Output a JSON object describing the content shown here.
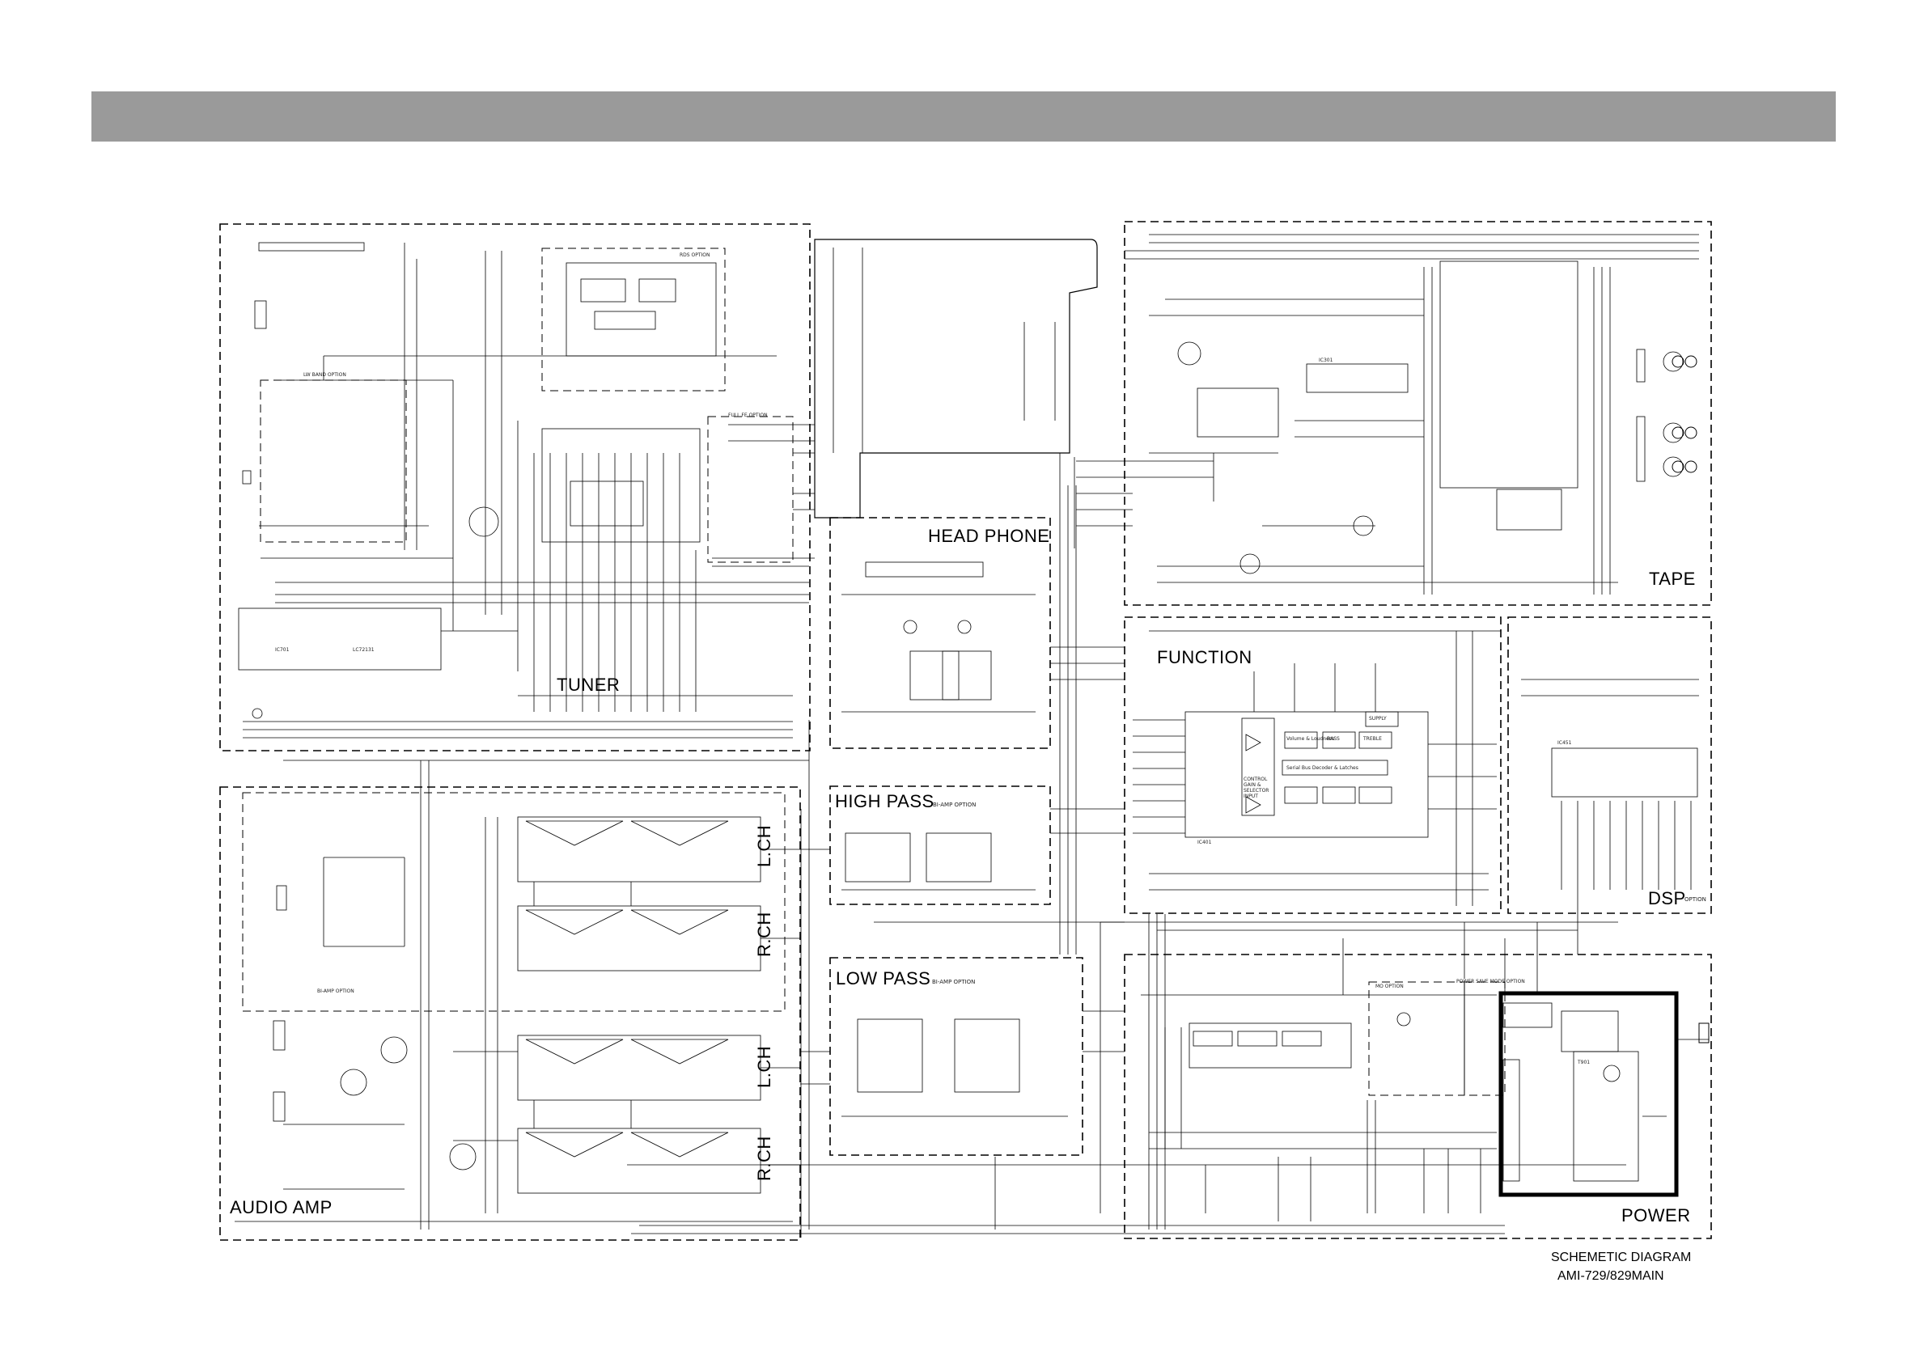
{
  "header": {
    "bar_color": "#9a9a9a"
  },
  "sections": {
    "tuner": "TUNER",
    "head_phone": "HEAD PHONE",
    "tape": "TAPE",
    "function": "FUNCTION",
    "dsp": "DSP",
    "dsp_option": "OPTION",
    "high_pass": "HIGH PASS",
    "high_pass_option": "BI-AMP OPTION",
    "low_pass": "LOW PASS",
    "low_pass_option": "BI-AMP OPTION",
    "audio_amp": "AUDIO AMP",
    "power": "POWER",
    "lch_1": "L.CH",
    "rch_1": "R.CH",
    "lch_2": "L.CH",
    "rch_2": "R.CH"
  },
  "options": {
    "rds": "RDS OPTION",
    "lw_band": "LW BAND OPTION",
    "full_fe": "FULL FE OPTION",
    "bi_amp": "BI-AMP OPTION",
    "mo": "MO OPTION",
    "power_save": "POWER SAVE MODE OPTION"
  },
  "components": {
    "tuner_ic": "IC701",
    "tuner_ic_part": "LC72131",
    "func_ic": "IC401",
    "dsp_ic": "IC451",
    "tape_ic": "IC301",
    "power_trans": "T901",
    "block_labels": [
      "Volume & Loudness",
      "BASS",
      "TREBLE",
      "Serial Bus Decoder & Latches",
      "CONTROL GAIN & SELECTOR INPUT",
      "SUPPLY"
    ]
  },
  "caption": {
    "line1": "SCHEMETIC DIAGRAM",
    "line2": "AMI-729/829MAIN"
  }
}
